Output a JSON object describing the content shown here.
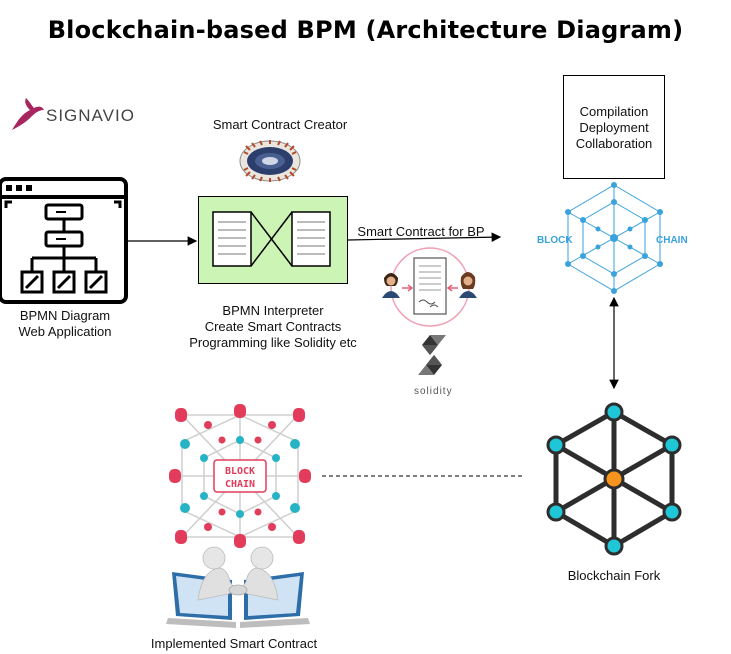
{
  "title": "Blockchain-based BPM (Architecture Diagram)",
  "signavio": {
    "brand": "SIGNAVIO",
    "color": "#a8265f"
  },
  "smart_contract_creator": {
    "label": "Smart Contract Creator"
  },
  "bpmn_app": {
    "lines": [
      "BPMN Diagram",
      "Web Application"
    ]
  },
  "interpreter": {
    "lines": [
      "BPMN Interpreter",
      "Create Smart Contracts",
      "Programming like Solidity etc"
    ],
    "fill": "#ccf5b5"
  },
  "edge_label": "Smart Contract for BP",
  "compilation": {
    "lines": [
      "Compilation",
      "Deployment",
      "Collaboration"
    ]
  },
  "blockchain_logo": {
    "left": "BLOCK",
    "right": "CHAIN",
    "color": "#3aa3dc"
  },
  "block_chain_network": {
    "top": "BLOCK",
    "bottom": "CHAIN",
    "node_color_a": "#e23b5b",
    "node_color_b": "#27b3c6"
  },
  "solidity": {
    "label": "solidity"
  },
  "fork": {
    "label": "Blockchain Fork",
    "outer_color": "#1ec6d6",
    "center_color": "#f7941d"
  },
  "implemented": {
    "label": "Implemented Smart Contract"
  }
}
